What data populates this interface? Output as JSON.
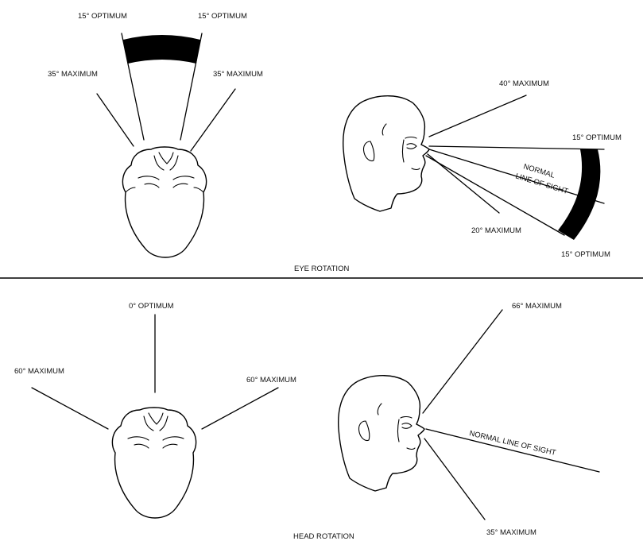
{
  "eye_rotation": {
    "caption": "EYE ROTATION",
    "top_view": {
      "optimum_left": "15° OPTIMUM",
      "optimum_right": "15° OPTIMUM",
      "maximum_left": "35° MAXIMUM",
      "maximum_right": "35° MAXIMUM"
    },
    "side_view": {
      "maximum_up": "40° MAXIMUM",
      "optimum_up": "15° OPTIMUM",
      "normal_line_1": "NORMAL",
      "normal_line_2": "LINE OF SIGHT",
      "maximum_down": "20° MAXIMUM",
      "optimum_down": "15° OPTIMUM"
    }
  },
  "head_rotation": {
    "caption": "HEAD ROTATION",
    "top_view": {
      "optimum": "0° OPTIMUM",
      "maximum_left": "60° MAXIMUM",
      "maximum_right": "60° MAXIMUM"
    },
    "side_view": {
      "maximum_up": "66° MAXIMUM",
      "normal_line": "NORMAL LINE OF SIGHT",
      "maximum_down": "35° MAXIMUM"
    }
  }
}
